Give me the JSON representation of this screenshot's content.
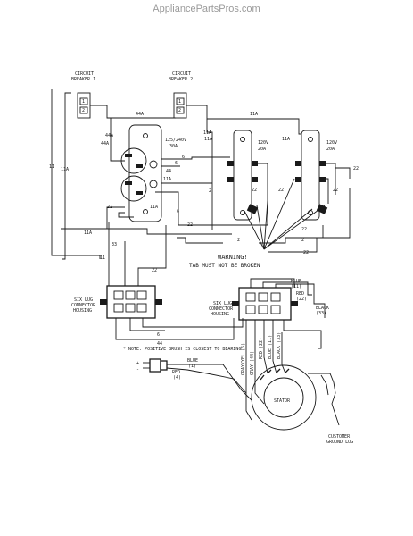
{
  "watermark": "AppliancePartsPros.com",
  "breaker1": [
    "CIRCUIT",
    "BREAKER 1"
  ],
  "breaker2": [
    "CIRCUIT",
    "BREAKER 2"
  ],
  "outlet240": [
    "125/240V",
    "30A"
  ],
  "outlet120a": [
    "120V",
    "20A"
  ],
  "outlet120b": [
    "120V",
    "20A"
  ],
  "warning": [
    "WARNING!",
    "TAB MUST NOT BE BROKEN"
  ],
  "lugLeft": [
    "SIX LUG",
    "CONNECTOR",
    "HOUSING"
  ],
  "lugRight": [
    "SIX LUG",
    "CONNECTOR",
    "HOUSING"
  ],
  "note": "* NOTE: POSITIVE BRUSH IS CLOSEST TO BEARING",
  "stator": "STATOR",
  "ground": [
    "CUSTOMER",
    "GROUND LUG"
  ],
  "wire": {
    "w44a": "44A",
    "w11a": "11A",
    "w11": "11",
    "w22": "22",
    "w33": "33",
    "w44": "44",
    "w2": "2",
    "w6": "6",
    "w4": "4",
    "w1": "1",
    "blue11": [
      "BLUE",
      "(11)"
    ],
    "red22": [
      "RED",
      "(22)"
    ],
    "black33": [
      "BLACK",
      "(33)"
    ],
    "grayyel": "GRAY/YEL (6)",
    "gray44": "GRAY (44)",
    "red22v": "RED (22)",
    "blue11v": "BLUE (11)",
    "black33v": "BLACK (33)",
    "blue1": [
      "BLUE",
      "(1)"
    ],
    "red4": [
      "RED",
      "(4)"
    ]
  }
}
